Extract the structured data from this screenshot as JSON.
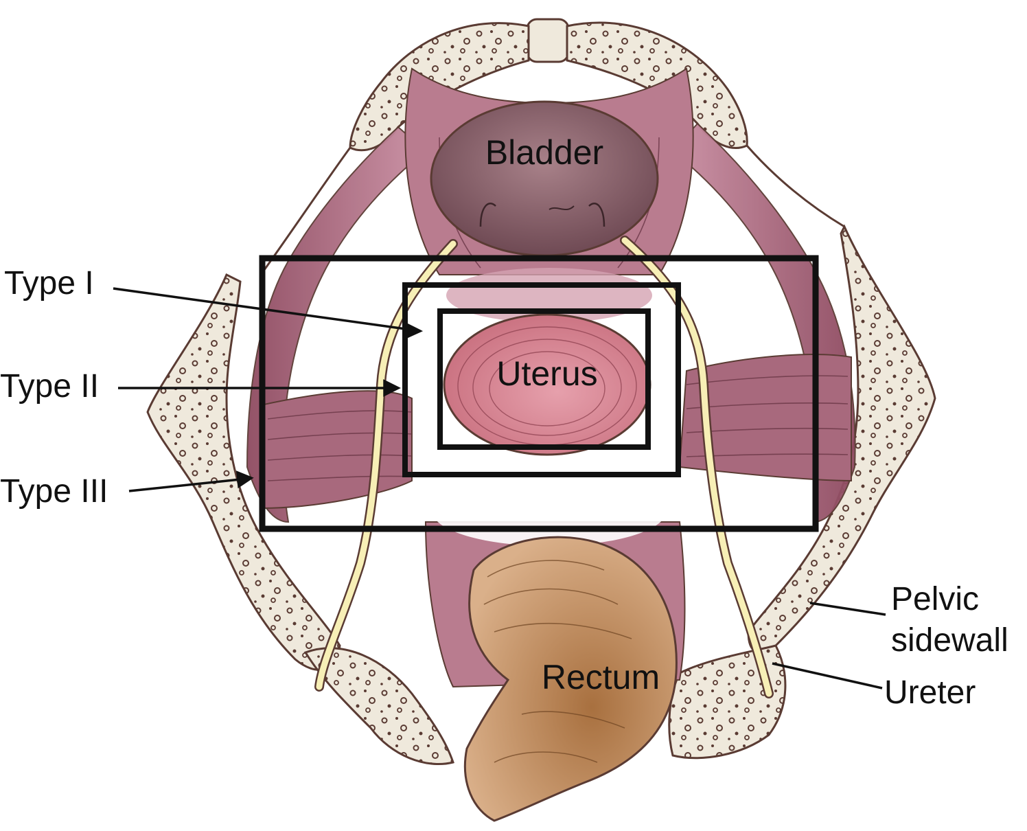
{
  "organs": {
    "bladder": "Bladder",
    "uterus": "Uterus",
    "rectum": "Rectum"
  },
  "resection_types": {
    "type_1": "Type I",
    "type_2": "Type II",
    "type_3": "Type III"
  },
  "structures": {
    "pelvic_sidewall_line1": "Pelvic",
    "pelvic_sidewall_line2": "sidewall",
    "ureter": "Ureter"
  },
  "colors": {
    "bone": "#efe9dc",
    "bone_outline": "#5a3b33",
    "muscle": "#a8697d",
    "muscle_light": "#d6a6b6",
    "bladder": "#8f6670",
    "uterus": "#d98f9c",
    "rectum": "#c89a74",
    "ureter": "#f7efb6",
    "box": "#111111"
  }
}
